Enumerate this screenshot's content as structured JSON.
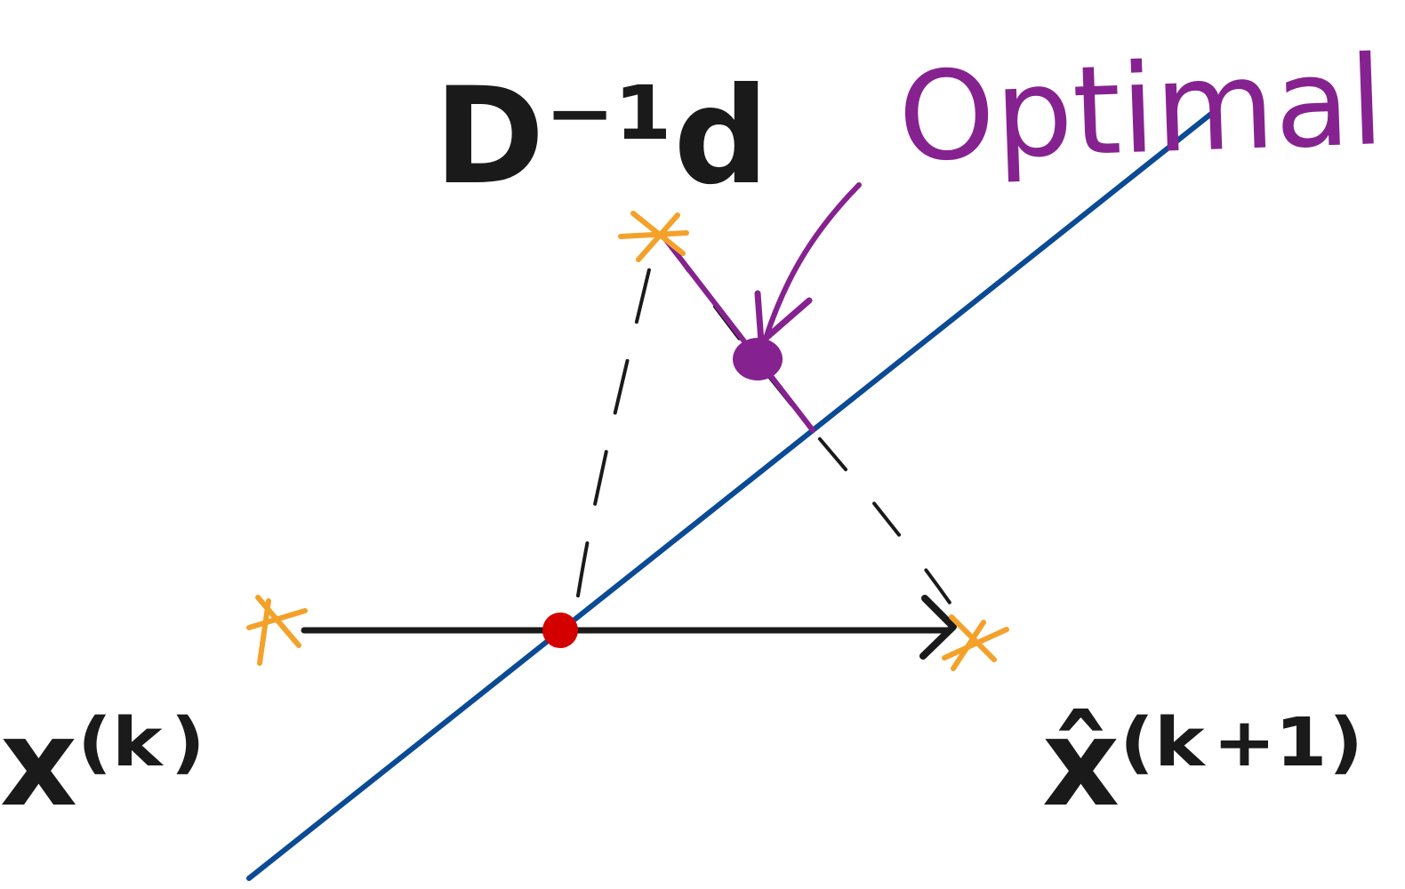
{
  "labels": {
    "top_operator": "D⁻¹d",
    "optimal": "Optimal",
    "x_k": "x⁽ᵏ⁾",
    "x_hat_k1": "x̂⁽ᵏ⁺¹⁾"
  },
  "colors": {
    "ink": "#1a1a1a",
    "constraint_line": "#0b4a94",
    "optimal": "#862290",
    "star": "#f4a12a",
    "intersection_point": "#d40000"
  }
}
